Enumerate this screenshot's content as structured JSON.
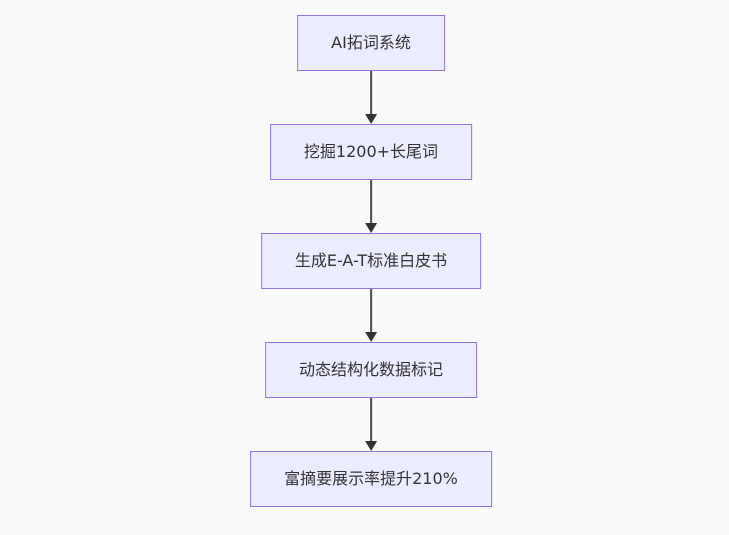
{
  "diagram": {
    "type": "flowchart",
    "orientation": "top-down",
    "background_color": "#fafafa",
    "node_fill_color": "#ECECFF",
    "node_border_color": "#9370DB",
    "node_text_color": "#333333",
    "arrow_color": "#333333",
    "nodes": [
      {
        "label": "AI拓词系统"
      },
      {
        "label": "挖掘1200+长尾词"
      },
      {
        "label": "生成E-A-T标准白皮书"
      },
      {
        "label": "动态结构化数据标记"
      },
      {
        "label": "富摘要展示率提升210%"
      }
    ],
    "edges": [
      {
        "from": 0,
        "to": 1
      },
      {
        "from": 1,
        "to": 2
      },
      {
        "from": 2,
        "to": 3
      },
      {
        "from": 3,
        "to": 4
      }
    ]
  }
}
